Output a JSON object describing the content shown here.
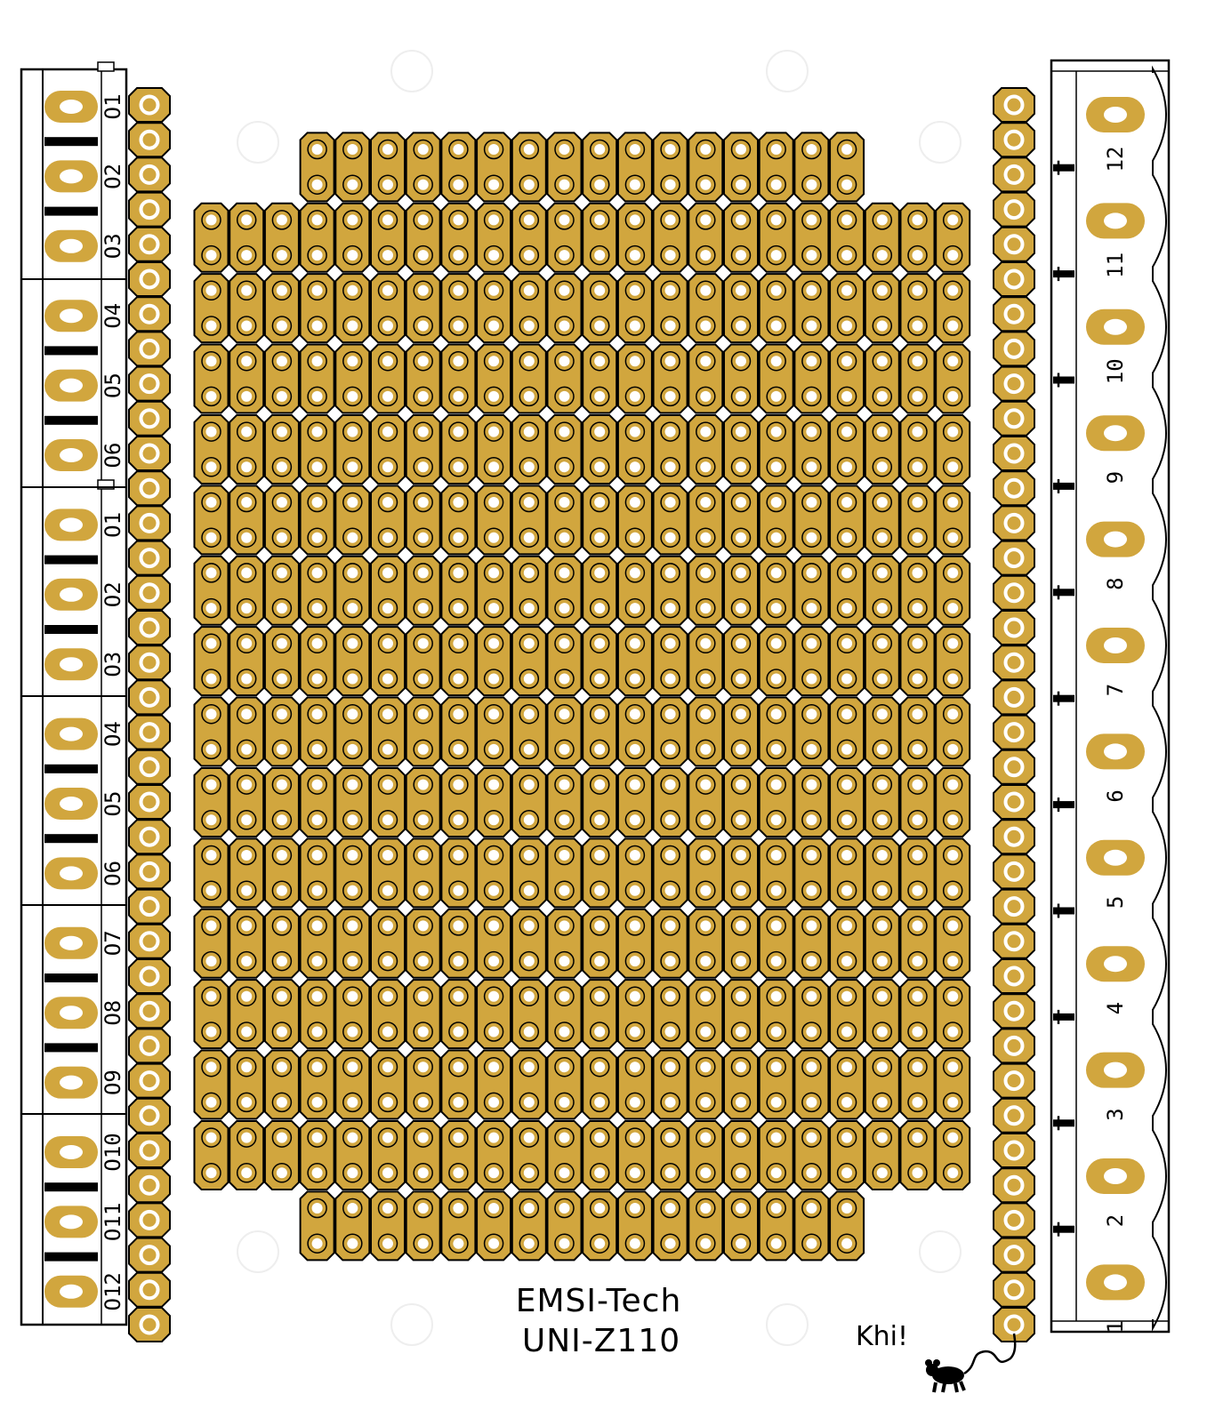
{
  "board": {
    "brand": "EMSI-Tech",
    "model": "UNI-Z110",
    "signature": "Khi!",
    "signature_icon": "mouse-icon"
  },
  "colors": {
    "pad": "#d1a63e",
    "outline": "#000000",
    "background": "#ffffff",
    "mounting_hole": "#eeeeee"
  },
  "left_terminals": {
    "groups": [
      [
        "O1",
        "O2",
        "O3"
      ],
      [
        "O4",
        "O5",
        "O6"
      ],
      [
        "O1",
        "O2",
        "O3"
      ],
      [
        "O4",
        "O5",
        "O6"
      ],
      [
        "O7",
        "O8",
        "O9"
      ],
      [
        "O10",
        "O11",
        "O12"
      ]
    ]
  },
  "left_header": {
    "pins": 36
  },
  "right_header": {
    "pins": 36
  },
  "right_connector": {
    "labels": [
      "12",
      "11",
      "10",
      "9",
      "8",
      "7",
      "6",
      "5",
      "4",
      "3",
      "2",
      "1"
    ]
  },
  "grid": {
    "columns": 22,
    "rows": 32,
    "short_column_range": [
      3,
      18
    ],
    "strip_pair_rows": 2
  }
}
